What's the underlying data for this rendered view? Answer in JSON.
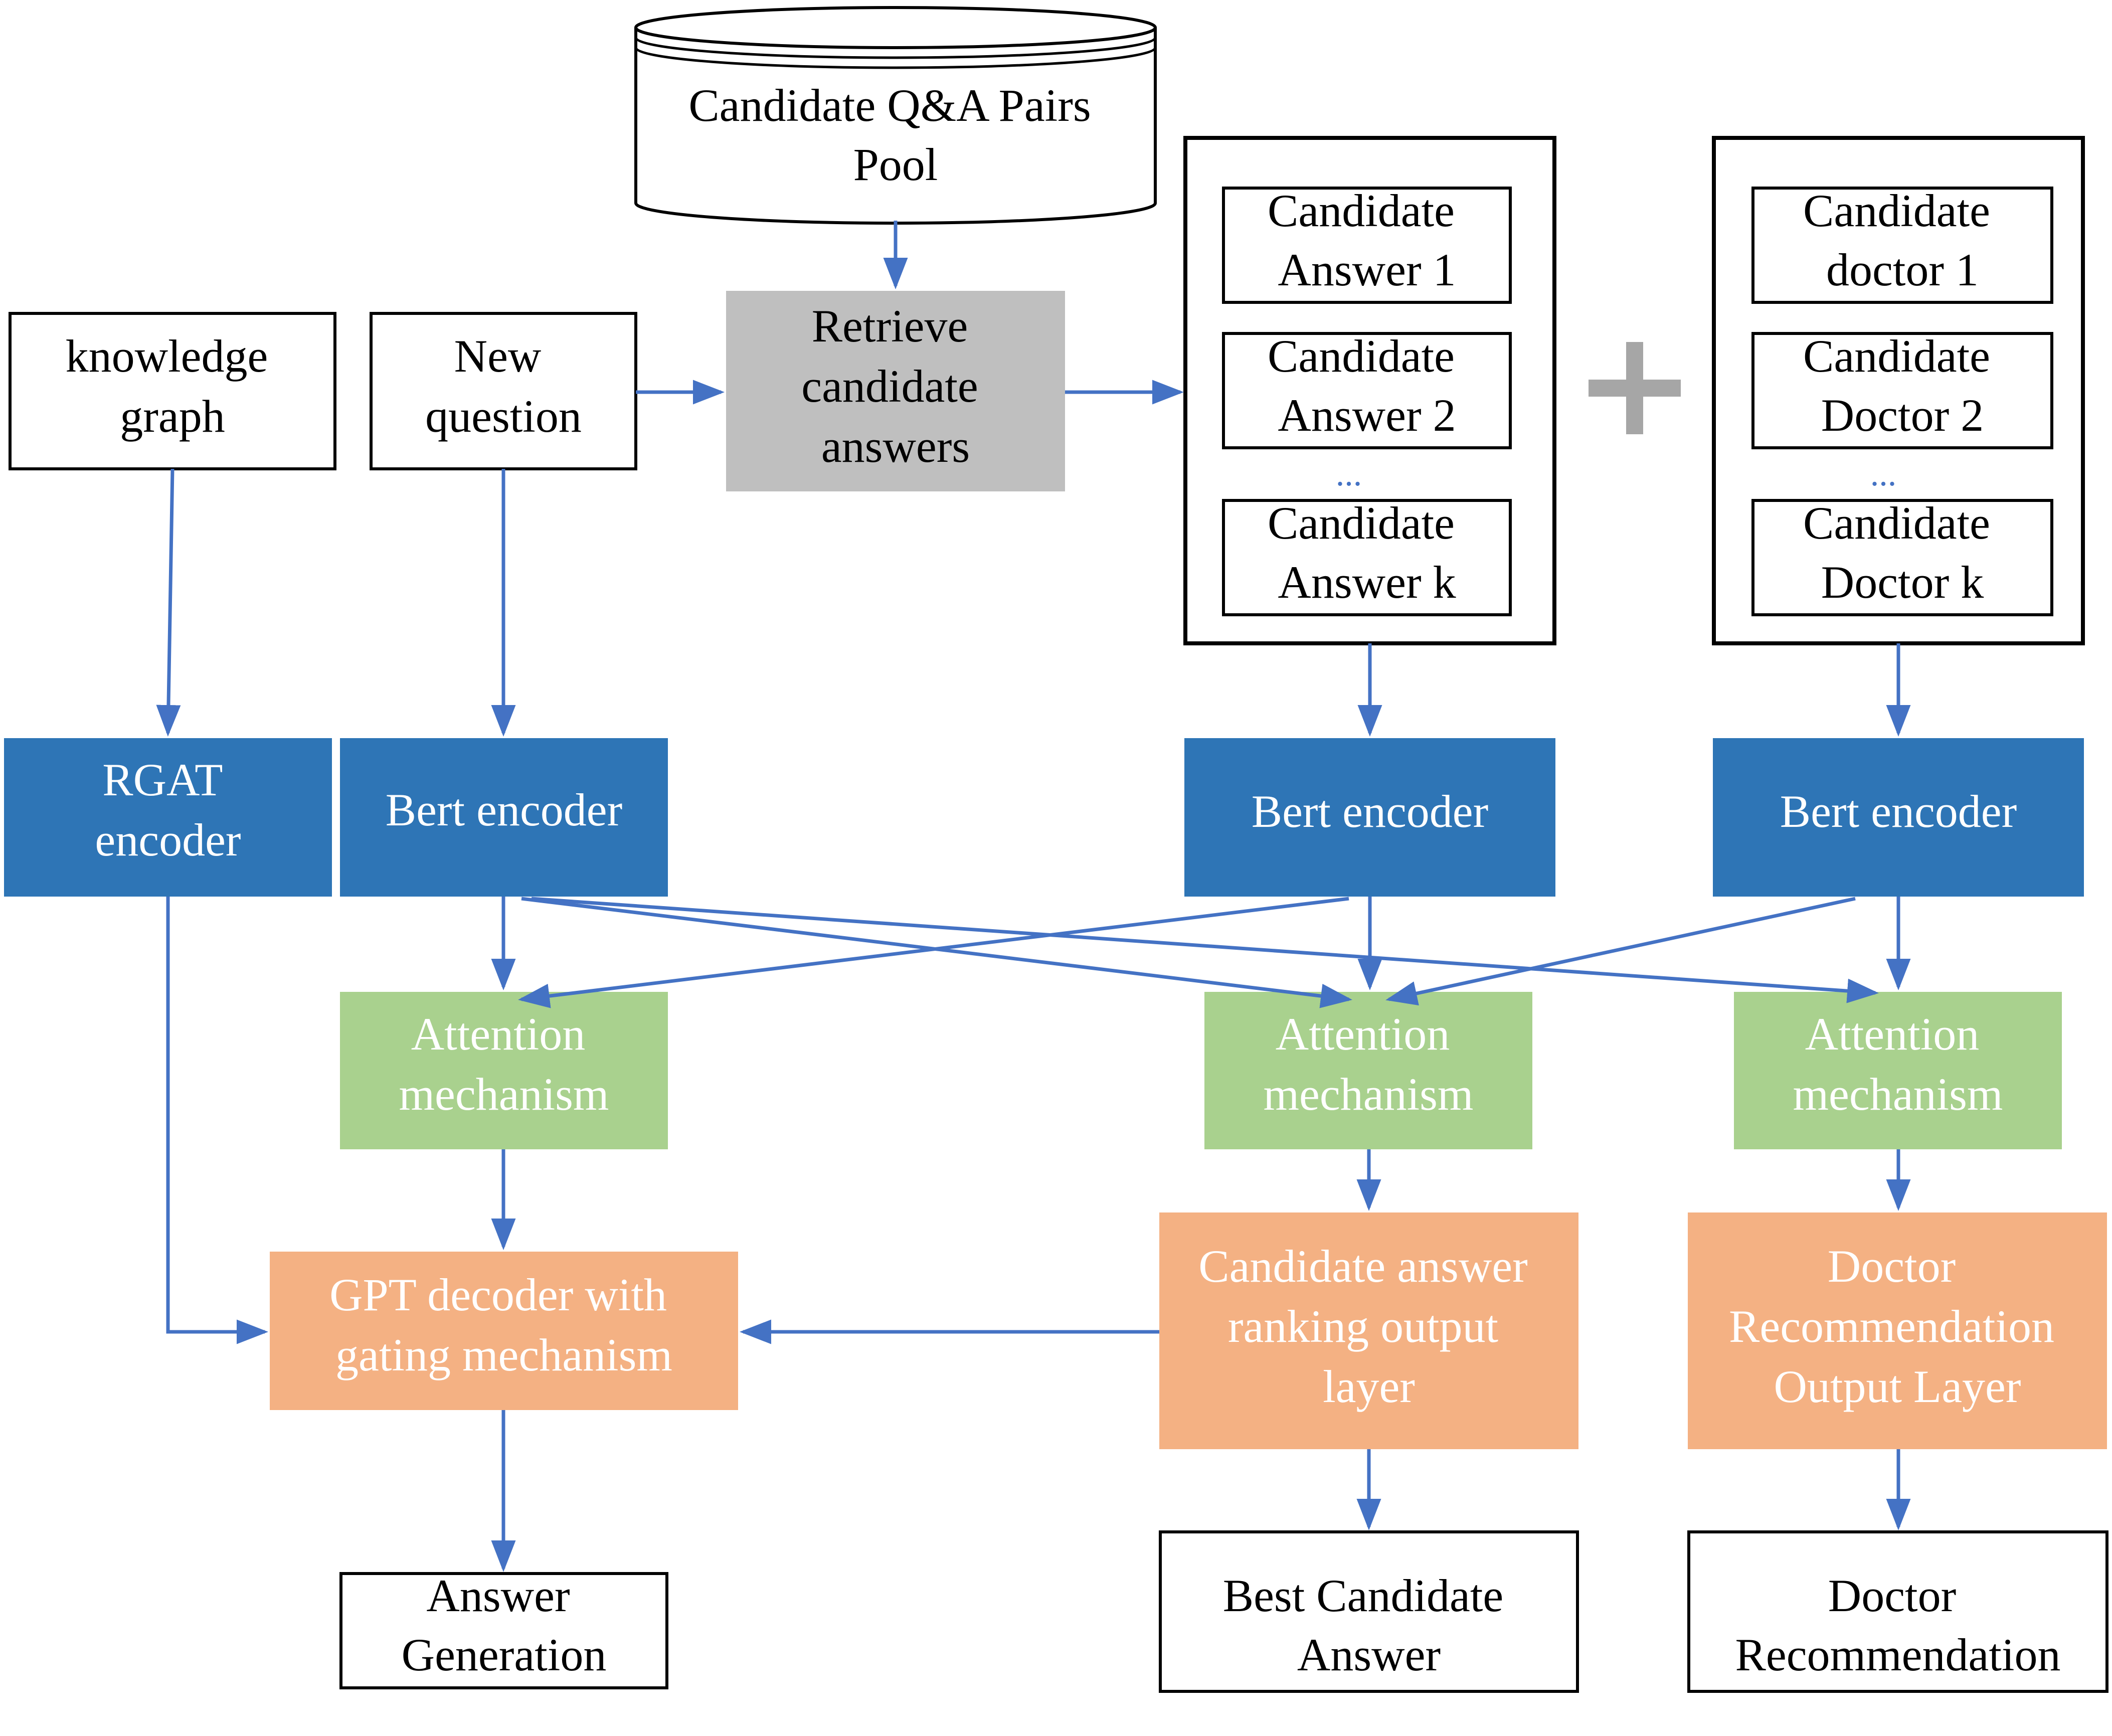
{
  "nodes": {
    "pool": {
      "lines": [
        "Candidate Q&A Pairs",
        "Pool"
      ]
    },
    "knowledge_graph": {
      "lines": [
        "knowledge",
        "graph"
      ]
    },
    "new_question": {
      "lines": [
        "New",
        "question"
      ]
    },
    "retrieve": {
      "lines": [
        "Retrieve",
        "candidate",
        "answers"
      ]
    },
    "cand_answer_1": {
      "lines": [
        "Candidate",
        "Answer 1"
      ]
    },
    "cand_answer_2": {
      "lines": [
        "Candidate",
        "Answer 2"
      ]
    },
    "cand_answer_dots": "...",
    "cand_answer_k": {
      "lines": [
        "Candidate",
        "Answer k"
      ]
    },
    "cand_doctor_1": {
      "lines": [
        "Candidate",
        "doctor 1"
      ]
    },
    "cand_doctor_2": {
      "lines": [
        "Candidate",
        "Doctor 2"
      ]
    },
    "cand_doctor_dots": "...",
    "cand_doctor_k": {
      "lines": [
        "Candidate",
        "Doctor k"
      ]
    },
    "rgat_encoder": {
      "lines": [
        "RGAT",
        "encoder"
      ]
    },
    "bert_encoder_question": {
      "lines": [
        "Bert encoder"
      ]
    },
    "bert_encoder_answers": {
      "lines": [
        "Bert encoder"
      ]
    },
    "bert_encoder_doctors": {
      "lines": [
        "Bert encoder"
      ]
    },
    "attention_left": {
      "lines": [
        "Attention",
        "mechanism"
      ]
    },
    "attention_mid": {
      "lines": [
        "Attention",
        "mechanism"
      ]
    },
    "attention_right": {
      "lines": [
        "Attention",
        "mechanism"
      ]
    },
    "gpt_decoder": {
      "lines": [
        "GPT decoder with",
        "gating mechanism"
      ]
    },
    "ranking_layer": {
      "lines": [
        "Candidate answer",
        "ranking output",
        "layer"
      ]
    },
    "doctor_output_layer": {
      "lines": [
        "Doctor",
        "Recommendation",
        "Output Layer"
      ]
    },
    "answer_generation": {
      "lines": [
        "Answer",
        "Generation"
      ]
    },
    "best_candidate": {
      "lines": [
        "Best Candidate",
        "Answer"
      ]
    },
    "doctor_recommendation": {
      "lines": [
        "Doctor",
        "Recommendation"
      ]
    }
  },
  "colors": {
    "blue": "#2e75b6",
    "green": "#a9d18e",
    "orange": "#f4b183",
    "gray": "#bfbfbf",
    "plus": "#a6a6a6",
    "arrow": "#4472c4"
  }
}
